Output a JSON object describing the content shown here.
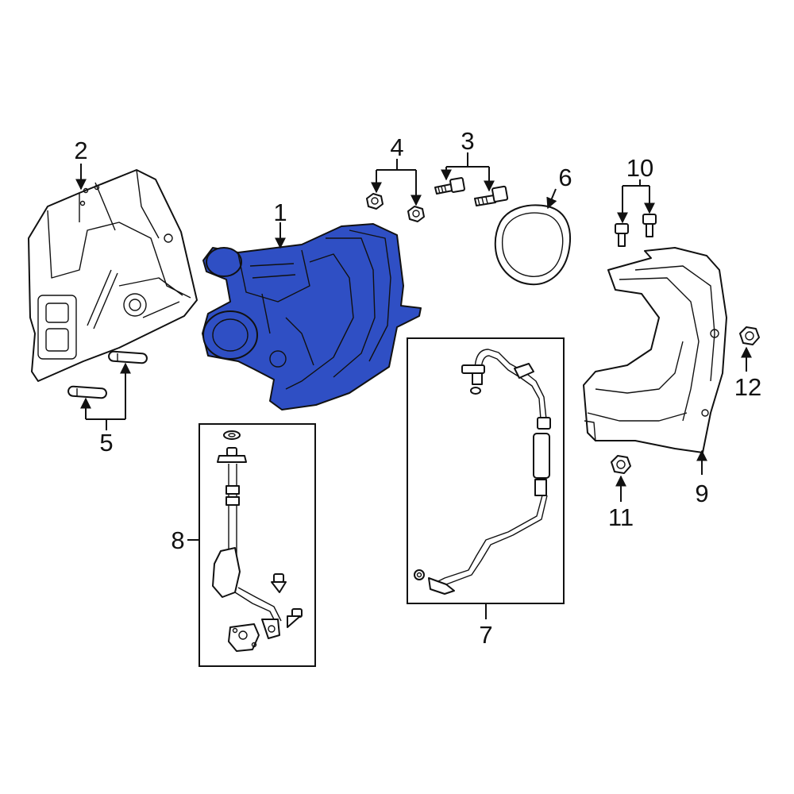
{
  "diagram": {
    "highlight_color": "#2f4fc4",
    "callouts": {
      "part_1": "1",
      "part_2": "2",
      "part_3": "3",
      "part_4": "4",
      "part_5": "5",
      "part_6": "6",
      "part_7": "7",
      "part_8": "8",
      "part_9": "9",
      "part_10": "10",
      "part_11": "11",
      "part_12": "12"
    }
  }
}
